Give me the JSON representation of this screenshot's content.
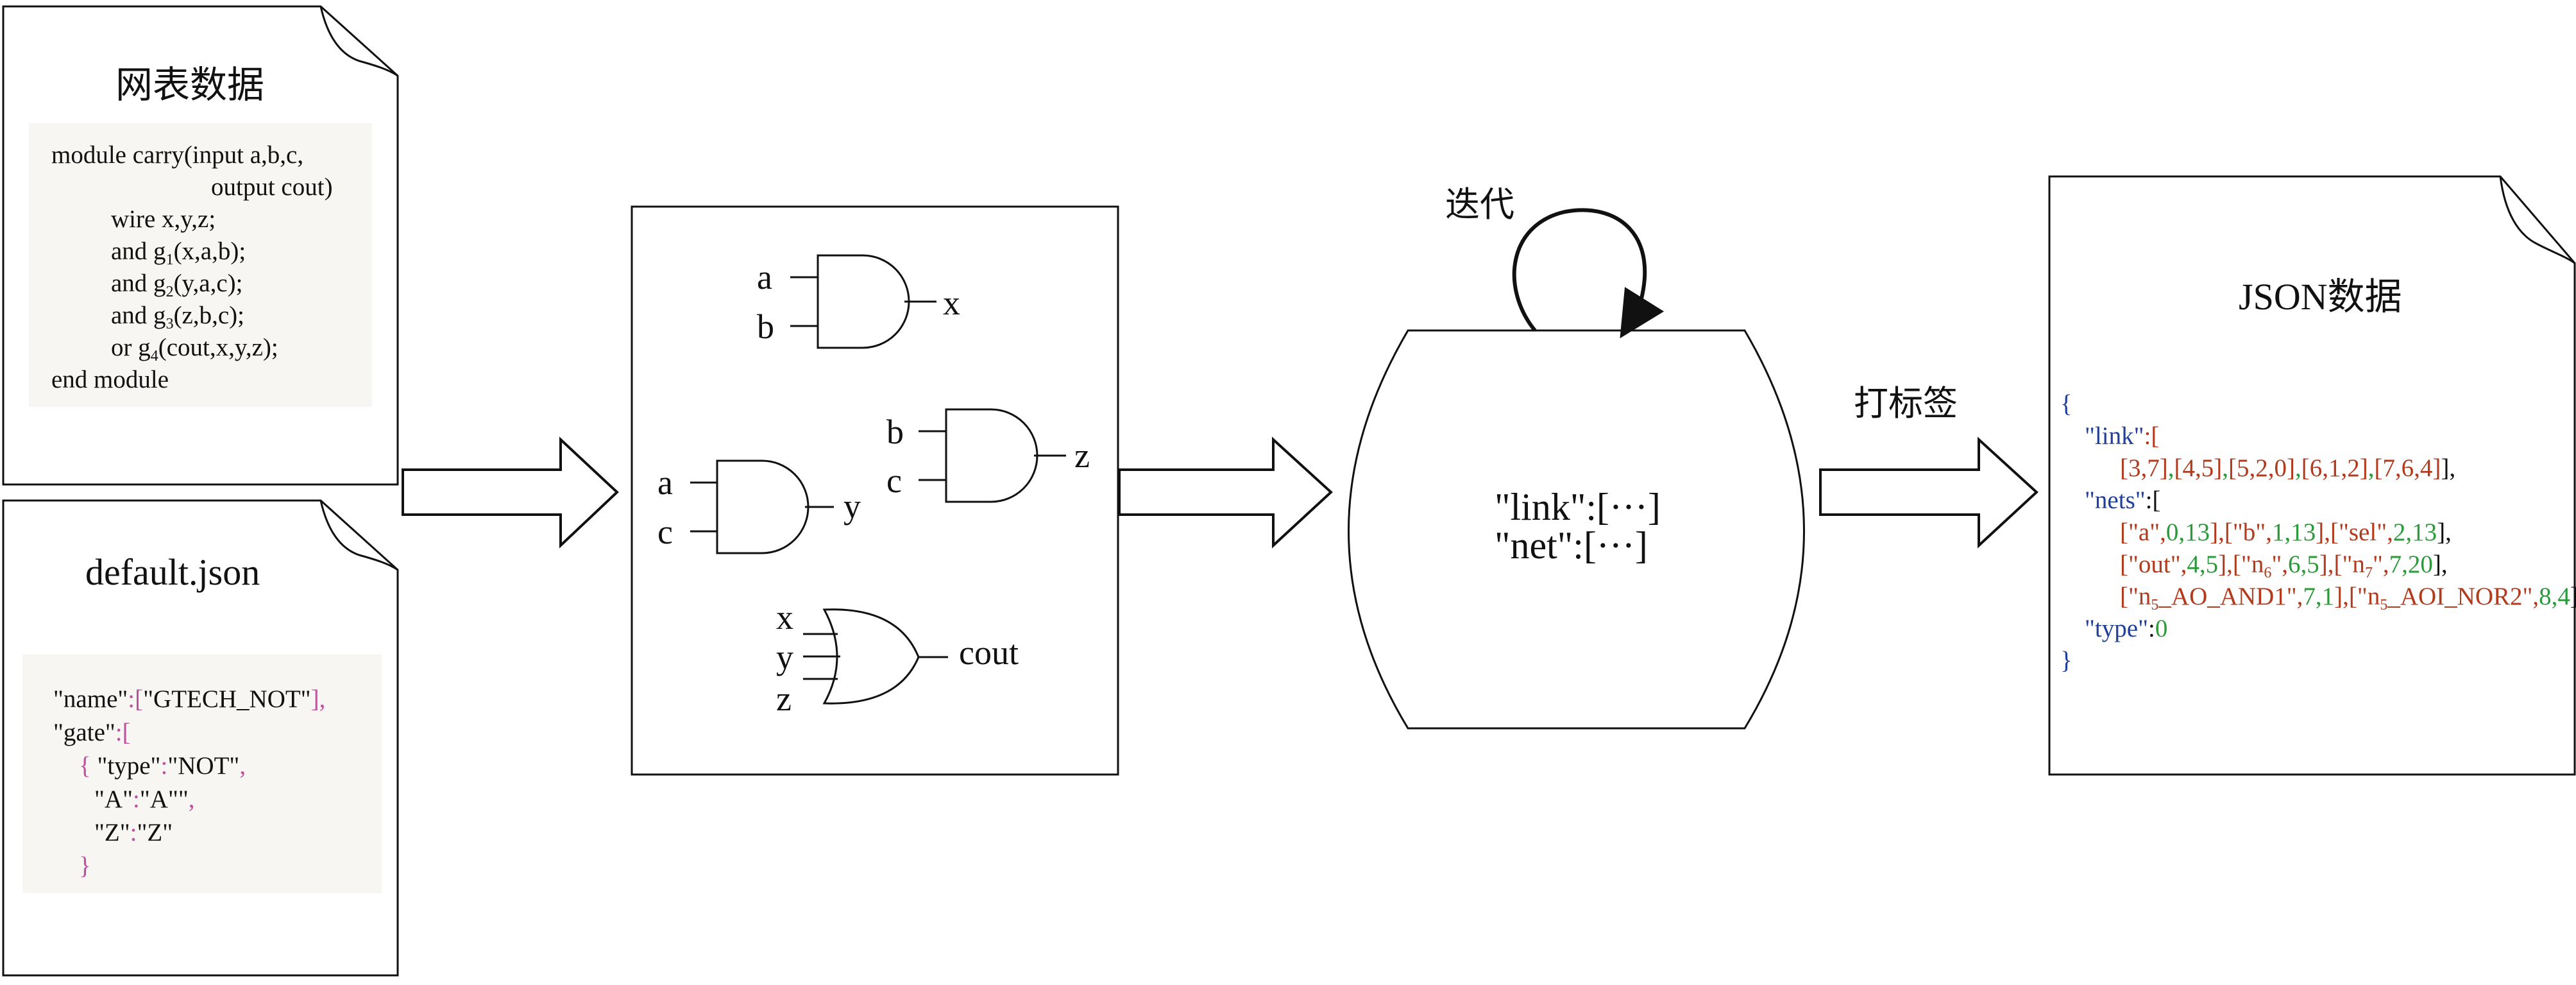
{
  "netlist_doc": {
    "title": "网表数据",
    "lines": [
      "module carry(input a,b,c,",
      "output cout)",
      "wire x,y,z;",
      "and g",
      "(x,a,b);",
      "and g",
      "(y,a,c);",
      "and g",
      "(z,b,c);",
      "or g",
      "(cout,x,y,z);",
      "end module"
    ],
    "subscripts": [
      "1",
      "2",
      "3",
      "4"
    ]
  },
  "default_json_doc": {
    "title": "default.json",
    "tokens": [
      "\"name\"",
      ":[",
      "\"GTECH_NOT\"",
      "],",
      "\"gate\"",
      ":[",
      "{",
      "\"type\"",
      ":",
      "\"NOT\"",
      ",",
      "\"A\"",
      ":",
      "\"A\"\"",
      ",",
      "\"Z\"",
      ":",
      "\"Z\"",
      "}"
    ]
  },
  "circuit": {
    "gate1_inputs": [
      "a",
      "b"
    ],
    "gate1_output": "x",
    "gate2_inputs": [
      "a",
      "c"
    ],
    "gate2_output": "y",
    "gate3_inputs": [
      "b",
      "c"
    ],
    "gate3_output": "z",
    "gate4_inputs": [
      "x",
      "y",
      "z"
    ],
    "gate4_output": "cout"
  },
  "processor": {
    "iterate_label": "迭代",
    "line1": "\"link\":[···]",
    "line2": "\"net\":[···]"
  },
  "label_step": "打标签",
  "json_doc": {
    "title": "JSON数据",
    "tokens": [
      "{",
      "\"link\"",
      ":[",
      "[3,7]",
      ",",
      "[4,5]",
      ",",
      "[5,2,0]",
      ",",
      "[6,1,2]",
      ",",
      "[7,6,4]",
      "],",
      "\"nets\"",
      ":[",
      "[\"a\",",
      "0,13",
      "],",
      "[\"b\",",
      "1,13",
      "],",
      "[\"sel\",",
      "2,13",
      "],",
      "[\"out\",",
      "4,5",
      "],",
      "[\"n",
      "6",
      "\",",
      "6,5",
      "],",
      "[\"n",
      "7",
      "\",",
      "7,20",
      "],",
      "[\"n",
      "5",
      "_AO_AND1\",",
      "7,1",
      "],",
      "[\"n",
      "5",
      "_AOI_NOR2\",",
      "8,4",
      "]],",
      "\"type\"",
      ":",
      "0",
      "}"
    ]
  },
  "colors": {
    "blue": "#1f3f9a",
    "red": "#b23a1d",
    "green": "#2b9a3a",
    "magenta": "#c0519e",
    "code_bg": "#f7f6f3"
  }
}
